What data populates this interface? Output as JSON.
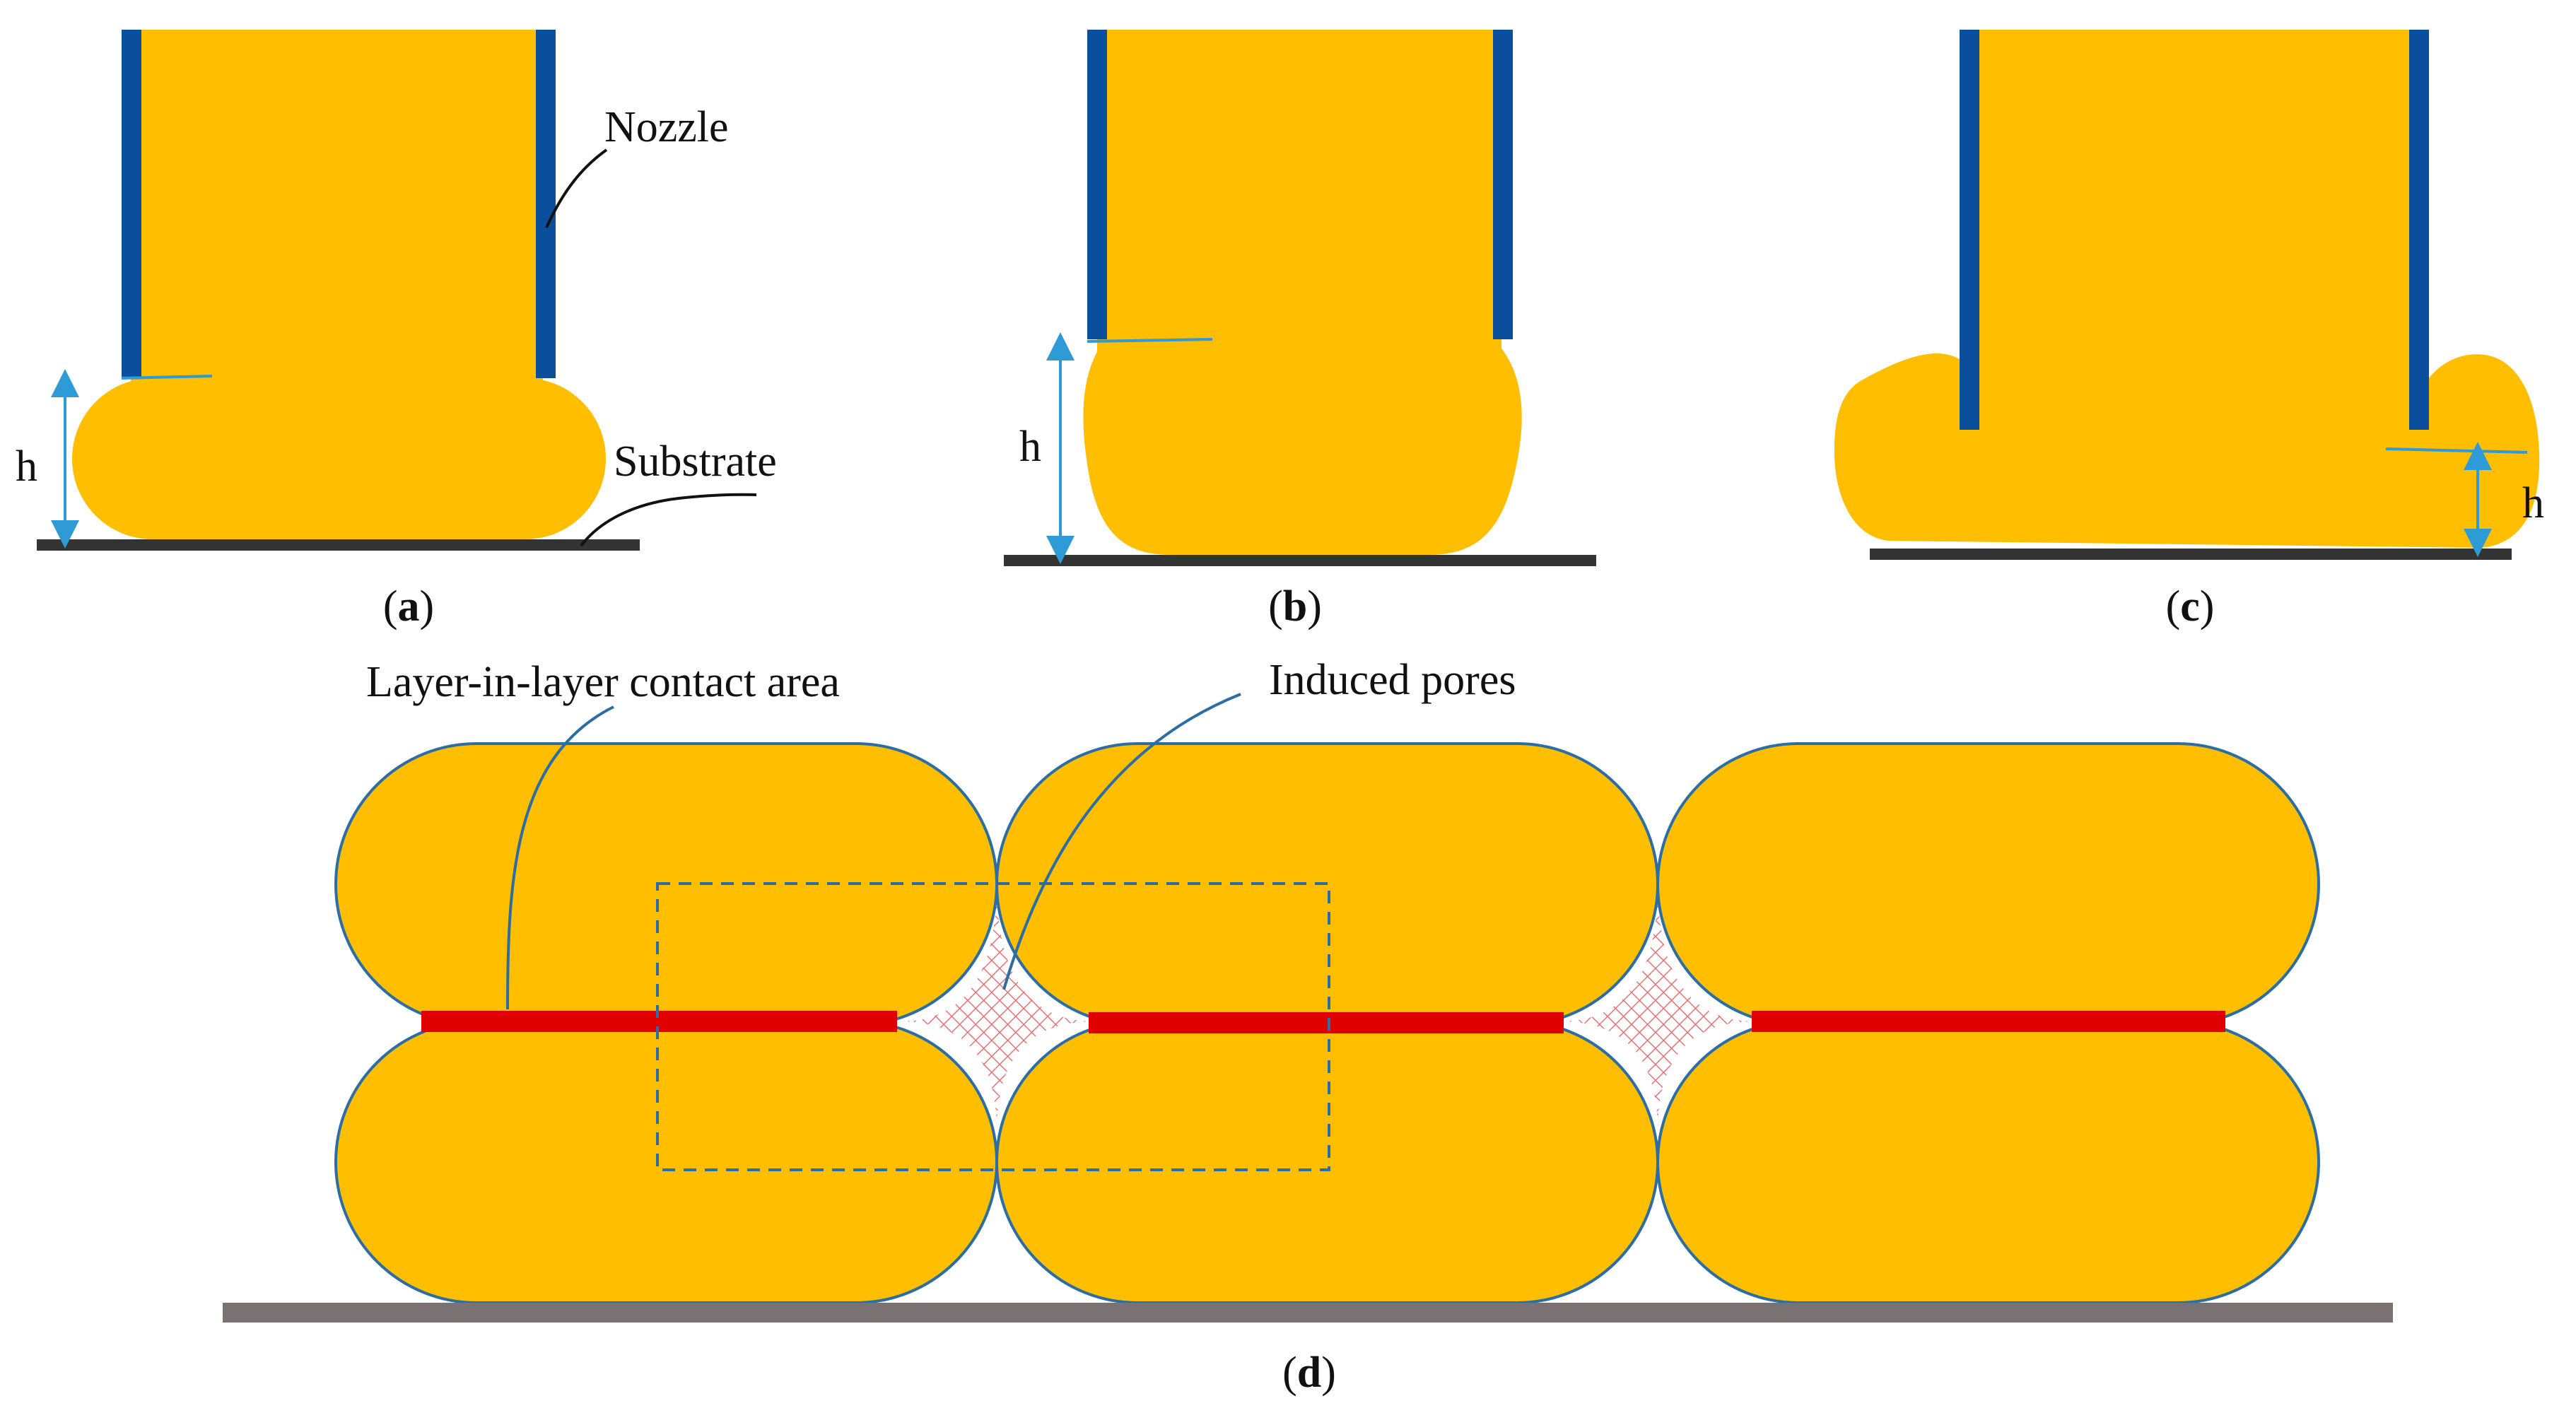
{
  "labels": {
    "nozzle": "Nozzle",
    "substrate": "Substrate",
    "h": "h",
    "contact_area": "Layer-in-layer contact area",
    "pores": "Induced pores"
  },
  "captions": {
    "a": "a",
    "b": "b",
    "c": "c",
    "d": "d",
    "open": "(",
    "close": ")"
  },
  "colors": {
    "material": "#FFBE00",
    "nozzle_wall": "#0B4F9C",
    "substrate_top": "#333333",
    "substrate_bottom": "#7A7272",
    "contact_area": "#E00000",
    "pore": "#E57373",
    "dimension": "#2E9BD6",
    "outline": "#2C6EA3"
  }
}
